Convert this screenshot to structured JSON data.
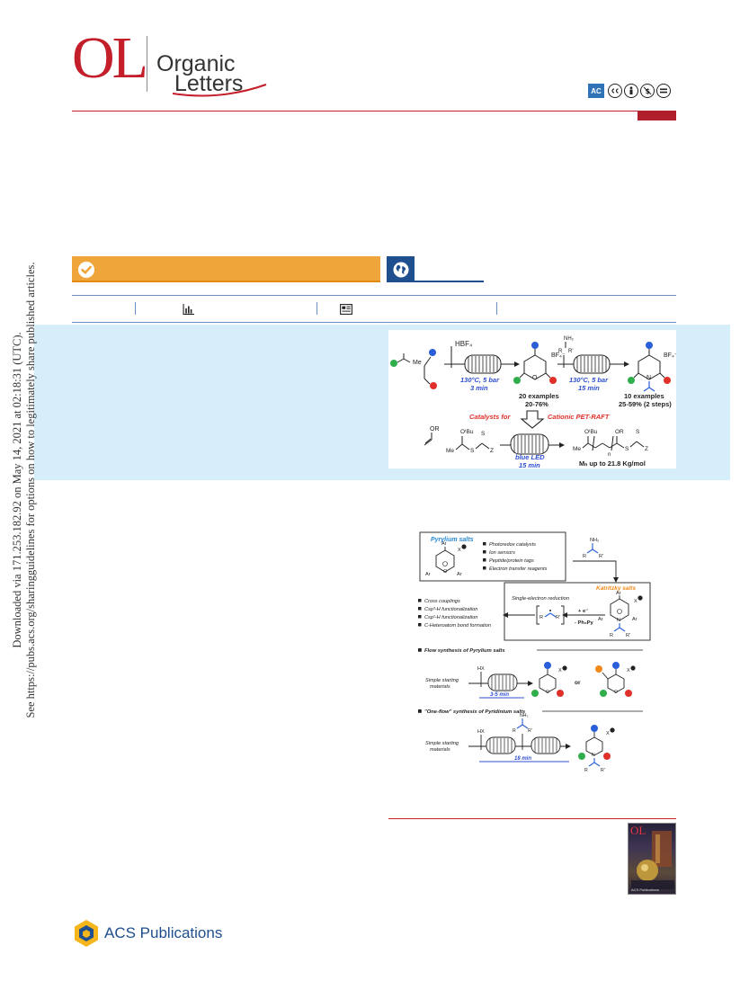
{
  "journal": {
    "logo_short": "OL",
    "name_line1": "Organic",
    "name_line2": "Letters"
  },
  "license": {
    "ac_label": "AC",
    "icons": [
      "ac-icon",
      "cc-icon",
      "by-icon",
      "nc-icon",
      "nd-icon"
    ]
  },
  "side_watermark": {
    "line1": "Downloaded via 171.253.182.92 on May 14, 2021 at 02:18:31 (UTC).",
    "line2": "See https://pubs.acs.org/sharingguidelines for options on how to legitimately share published articles."
  },
  "toc_graphic": {
    "reagent1": "HBF₄",
    "cond1": "130°C, 5 bar",
    "time1": "3 min",
    "counterion": "BF₄⁻",
    "cond2": "130°C, 5 bar",
    "time2": "15 min",
    "examples1": "20 examples",
    "yield1": "20-76%",
    "examples2": "10 examples",
    "yield2": "25-59% (2 steps)",
    "catalysts_label": "Catalysts for",
    "pet_raft_label": "Cationic PET-RAFT",
    "light_label": "blue LED",
    "time3": "15 min",
    "mn_label": "Mₙ up to 21.8 Kg/mol",
    "or_label": "OR",
    "obu_label": "OᵗBu",
    "me_label": "Me",
    "s_label": "S",
    "z_label": "Z",
    "n_label": "n"
  },
  "main_figure": {
    "pyrylium_title": "Pyrylium salts",
    "pyrylium_uses": [
      "Photoredox catalysts",
      "Ion sensors",
      "Peptide/protein tags",
      "Electron transfer reagents"
    ],
    "katritzky_title": "Katritzky salts",
    "ser_label": "Single-electron reduction",
    "katritzky_uses": [
      "Cross couplings",
      "Csp³-H functionalization",
      "Csp²-H functionalization",
      "C-Heteroatom bond formation"
    ],
    "electron_label": "+ e⁻",
    "ph3py_label": "- Ph₃Py",
    "flow_title": "Flow synthesis of Pyrylium salts",
    "onef_title": "\"One-flow\" synthesis of Pyridinium salts",
    "simple_label": "Simple starting",
    "materials_label": "materials",
    "hx_label": "HX",
    "time_a": "3-5 min",
    "time_b": "18 min",
    "or_text": "or",
    "ar_label": "Ar",
    "nh2_label": "NH₂",
    "x_label": "X",
    "n_atom": "N",
    "o_atom": "O",
    "r_label": "R",
    "rp_label": "R'"
  },
  "cover": {
    "ol": "OL",
    "label": "ACS Publications"
  },
  "publisher": {
    "name": "ACS Publications"
  },
  "colors": {
    "brand_red": "#c41e2b",
    "badge_orange": "#f0a53a",
    "badge_blue": "#1f4f8e",
    "abstract_band": "#d5eef9",
    "rule_blue": "#6a8fc0",
    "flow_blue": "#2f4fcf",
    "highlight_red": "#e0302a",
    "katritzky_orange": "#f08a1a",
    "pyrylium_blue": "#2b8ad6"
  }
}
